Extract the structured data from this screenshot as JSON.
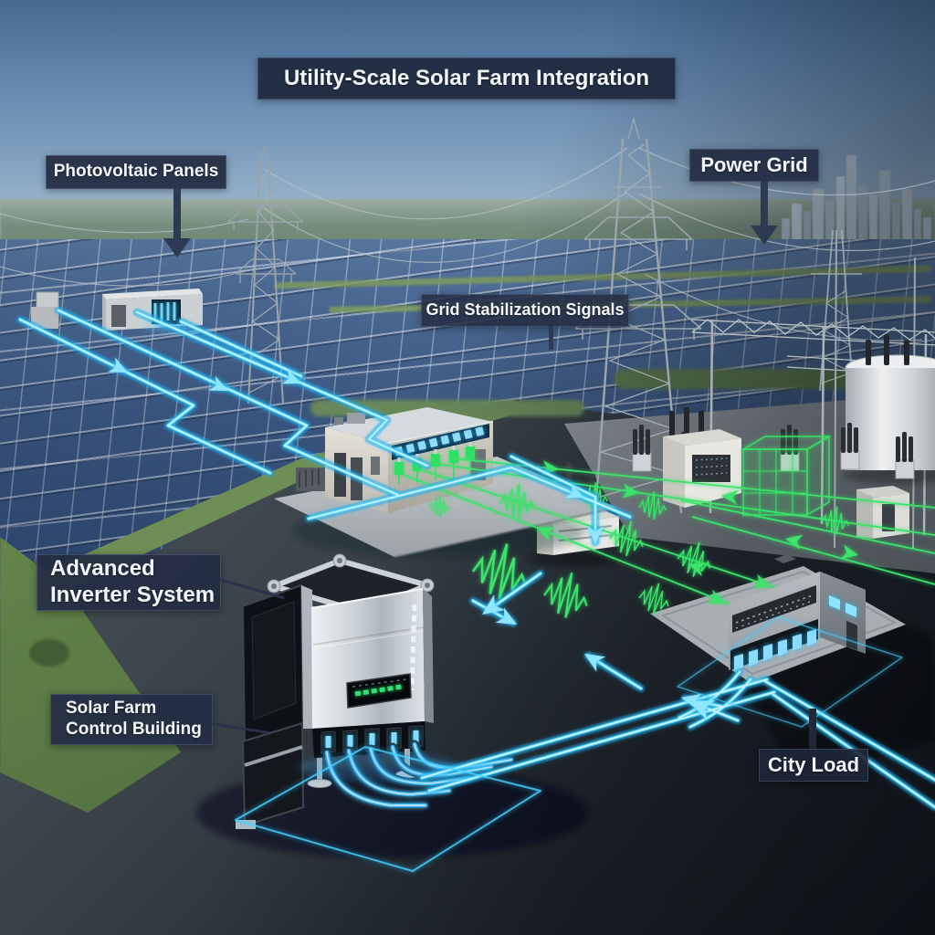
{
  "title": "Utility-Scale Solar Farm Integration",
  "labels": {
    "photovoltaic_panels": "Photovoltaic Panels",
    "power_grid": "Power Grid",
    "grid_stabilization_signals": "Grid Stabilization Signals",
    "advanced_inverter_system": {
      "lines": [
        "Advanced",
        "Inverter System"
      ]
    },
    "solar_farm_control_building": {
      "lines": [
        "Solar Farm",
        "Control Building"
      ]
    },
    "city_load": "City Load"
  },
  "colors": {
    "label_background": "#242e44",
    "label_text": "#f3f6fa",
    "energy_flow_cyan": "#4ed4ff",
    "signal_green": "#3ee26c",
    "sky_top": "#45698f",
    "sky_horizon": "#e6edf0",
    "panel_blue": "#3f5d89",
    "asphalt_dark": "#1e242b"
  }
}
